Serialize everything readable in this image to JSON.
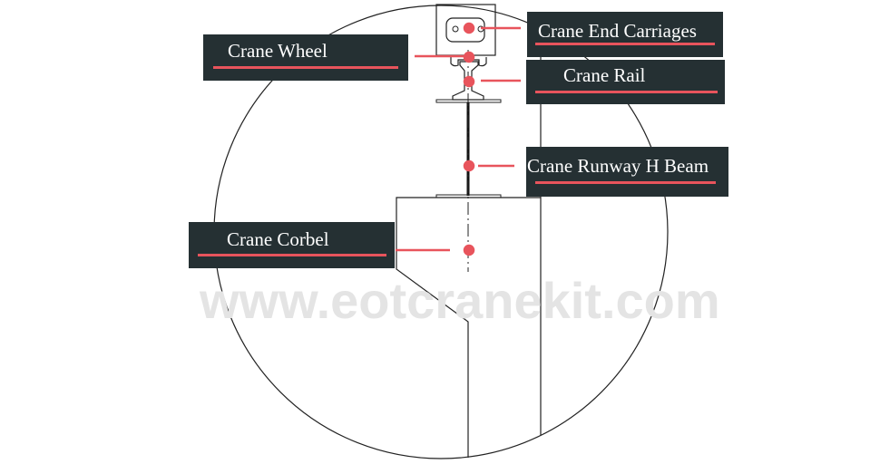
{
  "labels": {
    "end_carriages": "Crane End Carriages",
    "wheel": "Crane  Wheel",
    "rail": "Crane Rail",
    "runway_beam": "Crane Runway H Beam",
    "corbel": "Crane Corbel"
  },
  "watermark": "www.eotcranekit.com",
  "colors": {
    "label_bg": "#253033",
    "accent": "#e8545c",
    "line": "#222222"
  }
}
